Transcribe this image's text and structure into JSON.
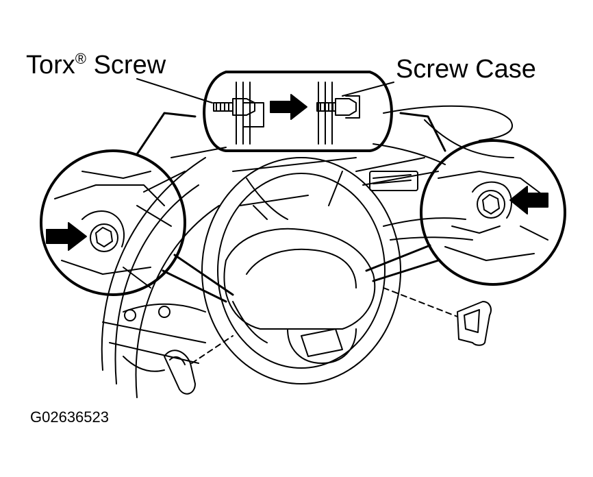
{
  "labels": {
    "torx_prefix": "Torx",
    "torx_mark": "®",
    "torx_suffix": " Screw",
    "screw_case": "Screw Case",
    "figure_code": "G02636523"
  },
  "colors": {
    "ink": "#000000",
    "paper": "#ffffff"
  }
}
